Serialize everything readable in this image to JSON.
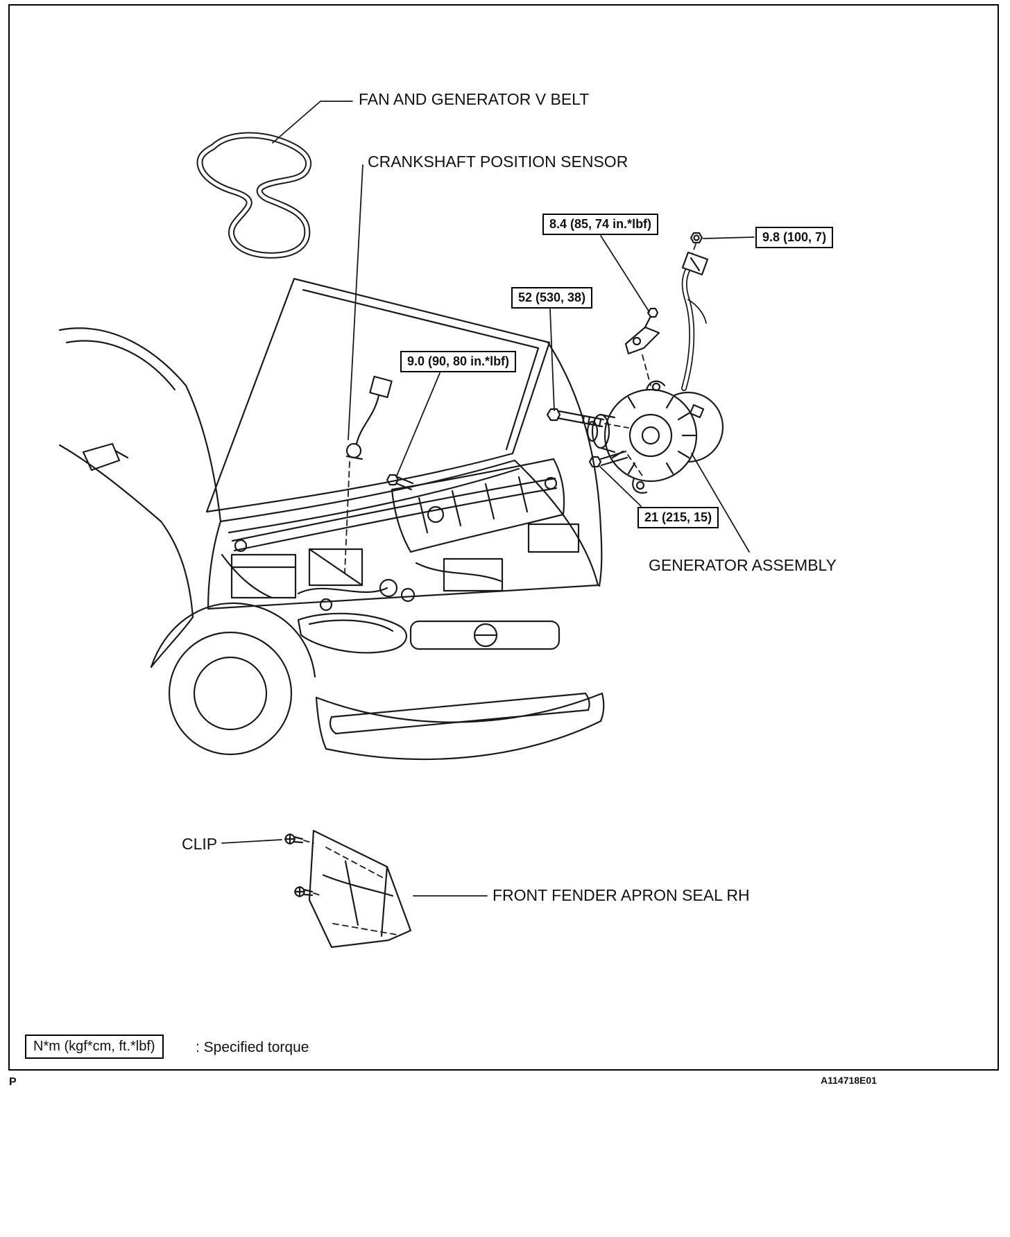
{
  "figure": {
    "code": "A114718E01",
    "page_marker": "P"
  },
  "labels": {
    "fan_belt": "FAN AND GENERATOR V BELT",
    "crankshaft_sensor": "CRANKSHAFT POSITION SENSOR",
    "generator_assembly": "GENERATOR ASSEMBLY",
    "clip": "CLIP",
    "fender_apron_seal": "FRONT FENDER APRON SEAL RH"
  },
  "torque_specs": [
    {
      "name": "bracket-bolt",
      "value": "8.4 (85, 74 in.*lbf)"
    },
    {
      "name": "terminal-nut",
      "value": "9.8 (100, 7)"
    },
    {
      "name": "pivot-bolt",
      "value": "52 (530, 38)"
    },
    {
      "name": "sensor-bolt",
      "value": "9.0 (90, 80 in.*lbf)"
    },
    {
      "name": "lower-bolt",
      "value": "21 (215, 15)"
    }
  ],
  "legend": {
    "unit_box": "N*m (kgf*cm, ft.*lbf)",
    "description": ": Specified torque"
  }
}
